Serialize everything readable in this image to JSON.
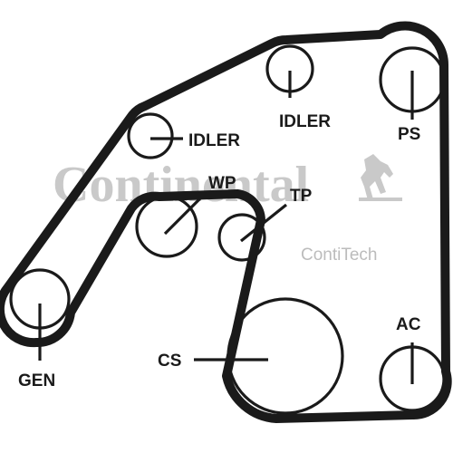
{
  "diagram": {
    "pulleys": [
      {
        "id": "ps",
        "label": "PS"
      },
      {
        "id": "idler-top",
        "label": "IDLER"
      },
      {
        "id": "idler-left",
        "label": "IDLER"
      },
      {
        "id": "wp",
        "label": "WP"
      },
      {
        "id": "tp",
        "label": "TP"
      },
      {
        "id": "gen",
        "label": "GEN"
      },
      {
        "id": "cs",
        "label": "CS"
      },
      {
        "id": "ac",
        "label": "AC"
      }
    ],
    "watermark": {
      "brand": "Continental",
      "subbrand": "ContiTech",
      "logo_icon": "horse-icon"
    },
    "colors": {
      "belt": "#1a1a1a",
      "watermark": "#c9c9c9"
    }
  }
}
